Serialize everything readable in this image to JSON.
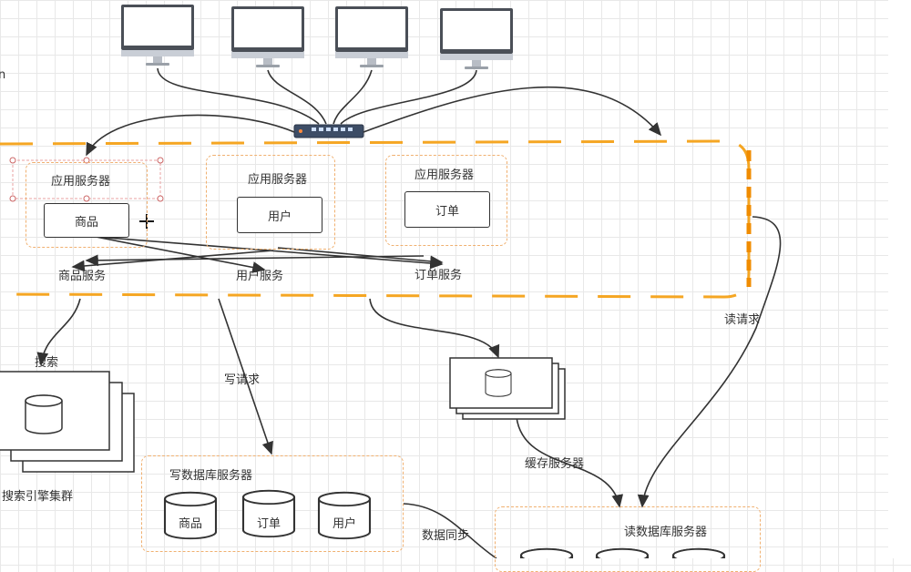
{
  "cluster": {
    "app_servers": [
      {
        "title": "应用服务器",
        "service": "商品"
      },
      {
        "title": "应用服务器",
        "service": "用户"
      },
      {
        "title": "应用服务器",
        "service": "订单"
      }
    ],
    "service_labels": [
      "商品服务",
      "用户服务",
      "订单服务"
    ]
  },
  "edge_labels": {
    "search": "搜索",
    "write_request": "写请求",
    "read_request": "读请求",
    "data_sync": "数据同步"
  },
  "search_cluster": {
    "title": "搜索引擎集群"
  },
  "cache": {
    "title": "缓存服务器"
  },
  "write_db": {
    "title": "写数据库服务器",
    "tables": [
      "商品",
      "订单",
      "用户"
    ]
  },
  "read_db": {
    "title": "读数据库服务器"
  },
  "left_fragment": "n",
  "colors": {
    "accent": "#f5a623",
    "dashed_box": "#f0b070",
    "line": "#333333"
  }
}
